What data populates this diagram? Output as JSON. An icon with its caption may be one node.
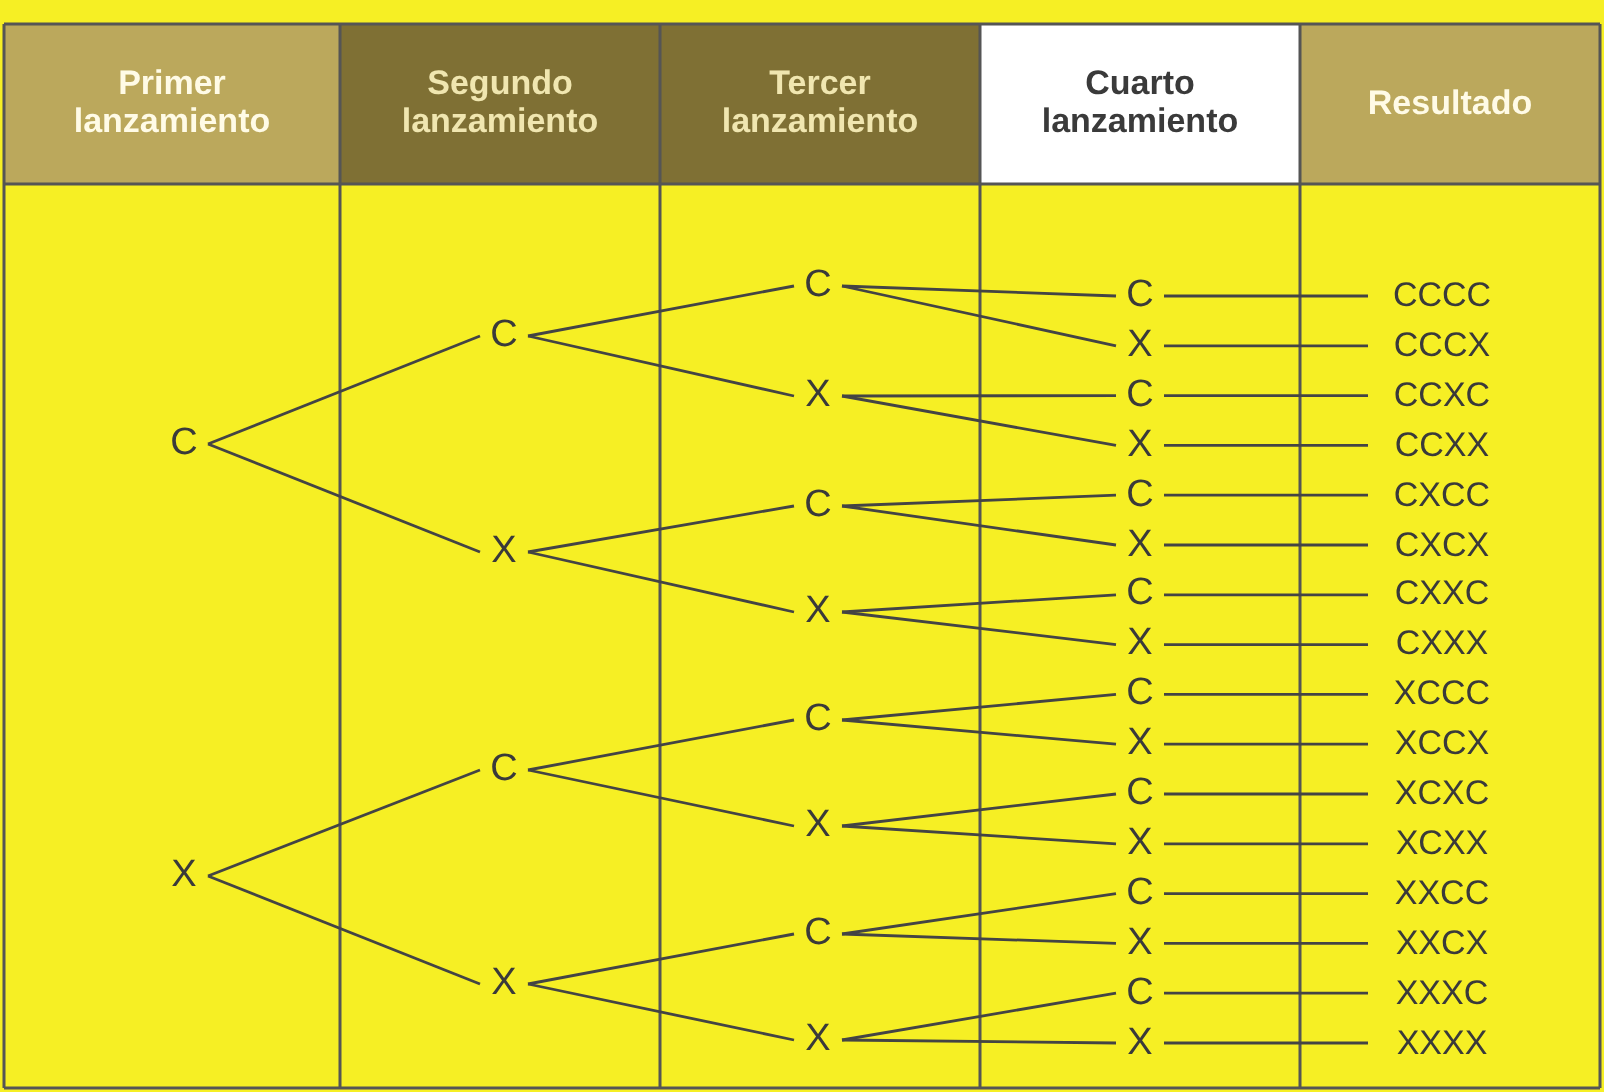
{
  "diagram": {
    "nodes": [
      {
        "text": [
          "C"
        ]
      },
      {
        "text": [
          "X"
        ]
      },
      {
        "text": [
          "C"
        ]
      },
      {
        "text": [
          "X"
        ]
      },
      {
        "text": [
          "C"
        ]
      },
      {
        "text": [
          "X"
        ]
      },
      {
        "text": [
          "C"
        ]
      },
      {
        "text": [
          "X"
        ]
      },
      {
        "text": [
          "C"
        ]
      },
      {
        "text": [
          "X"
        ]
      },
      {
        "text": [
          "C"
        ]
      },
      {
        "text": [
          "X"
        ]
      },
      {
        "text": [
          "C"
        ]
      },
      {
        "text": [
          "X"
        ]
      },
      {
        "text": [
          "C"
        ]
      },
      {
        "text": [
          "X"
        ]
      },
      {
        "text": [
          "C"
        ]
      },
      {
        "text": [
          "X"
        ]
      },
      {
        "text": [
          "C"
        ]
      },
      {
        "text": [
          "X"
        ]
      },
      {
        "text": [
          "C"
        ]
      },
      {
        "text": [
          "X"
        ]
      },
      {
        "text": [
          "C"
        ]
      },
      {
        "text": [
          "X"
        ]
      },
      {
        "text": [
          "C"
        ]
      },
      {
        "text": [
          "X"
        ]
      },
      {
        "text": [
          "C"
        ]
      },
      {
        "text": [
          "X"
        ]
      },
      {
        "text": [
          "C"
        ]
      },
      {
        "text": [
          "X"
        ]
      },
      {
        "text": [
          "CCCC"
        ]
      },
      {
        "text": [
          "CCCX"
        ]
      },
      {
        "text": [
          "CCXC"
        ]
      },
      {
        "text": [
          "CCXX"
        ]
      },
      {
        "text": [
          "CXCC"
        ]
      },
      {
        "text": [
          "CXCX"
        ]
      },
      {
        "text": [
          "CXXC"
        ]
      },
      {
        "text": [
          "CXXX"
        ]
      },
      {
        "text": [
          "XCCC"
        ]
      },
      {
        "text": [
          "XCCX"
        ]
      },
      {
        "text": [
          "XCXC"
        ]
      },
      {
        "text": [
          "XCXX"
        ]
      },
      {
        "text": [
          "XXCC"
        ]
      },
      {
        "text": [
          "XXCX"
        ]
      },
      {
        "text": [
          "XXXC"
        ]
      },
      {
        "text": [
          "XXXX"
        ]
      }
    ],
    "edges": [
      {
        "from": 0,
        "to": 2,
        "arrow": "none"
      },
      {
        "from": 0,
        "to": 3,
        "arrow": "none"
      },
      {
        "from": 1,
        "to": 4,
        "arrow": "none"
      },
      {
        "from": 1,
        "to": 5,
        "arrow": "none"
      },
      {
        "from": 2,
        "to": 6,
        "arrow": "none"
      },
      {
        "from": 2,
        "to": 7,
        "arrow": "none"
      },
      {
        "from": 3,
        "to": 8,
        "arrow": "none"
      },
      {
        "from": 3,
        "to": 9,
        "arrow": "none"
      },
      {
        "from": 4,
        "to": 10,
        "arrow": "none"
      },
      {
        "from": 4,
        "to": 11,
        "arrow": "none"
      },
      {
        "from": 5,
        "to": 12,
        "arrow": "none"
      },
      {
        "from": 5,
        "to": 13,
        "arrow": "none"
      },
      {
        "from": 6,
        "to": 14,
        "arrow": "none"
      },
      {
        "from": 6,
        "to": 15,
        "arrow": "none"
      },
      {
        "from": 7,
        "to": 16,
        "arrow": "none"
      },
      {
        "from": 7,
        "to": 17,
        "arrow": "none"
      },
      {
        "from": 8,
        "to": 18,
        "arrow": "none"
      },
      {
        "from": 8,
        "to": 19,
        "arrow": "none"
      },
      {
        "from": 9,
        "to": 20,
        "arrow": "none"
      },
      {
        "from": 9,
        "to": 21,
        "arrow": "none"
      },
      {
        "from": 10,
        "to": 22,
        "arrow": "none"
      },
      {
        "from": 10,
        "to": 23,
        "arrow": "none"
      },
      {
        "from": 11,
        "to": 24,
        "arrow": "none"
      },
      {
        "from": 11,
        "to": 25,
        "arrow": "none"
      },
      {
        "from": 12,
        "to": 26,
        "arrow": "none"
      },
      {
        "from": 12,
        "to": 27,
        "arrow": "none"
      },
      {
        "from": 13,
        "to": 28,
        "arrow": "none"
      },
      {
        "from": 13,
        "to": 29,
        "arrow": "none"
      },
      {
        "from": 14,
        "to": 30,
        "arrow": "none"
      },
      {
        "from": 15,
        "to": 31,
        "arrow": "none"
      },
      {
        "from": 16,
        "to": 32,
        "arrow": "none"
      },
      {
        "from": 17,
        "to": 33,
        "arrow": "none"
      },
      {
        "from": 18,
        "to": 34,
        "arrow": "none"
      },
      {
        "from": 19,
        "to": 35,
        "arrow": "none"
      },
      {
        "from": 20,
        "to": 36,
        "arrow": "none"
      },
      {
        "from": 21,
        "to": 37,
        "arrow": "none"
      },
      {
        "from": 22,
        "to": 38,
        "arrow": "none"
      },
      {
        "from": 23,
        "to": 39,
        "arrow": "none"
      },
      {
        "from": 24,
        "to": 40,
        "arrow": "none"
      },
      {
        "from": 25,
        "to": 41,
        "arrow": "none"
      },
      {
        "from": 26,
        "to": 42,
        "arrow": "none"
      },
      {
        "from": 27,
        "to": 43,
        "arrow": "none"
      },
      {
        "from": 28,
        "to": 44,
        "arrow": "none"
      },
      {
        "from": 29,
        "to": 45,
        "arrow": "none"
      }
    ],
    "labels": [
      "Primer lanzamiento",
      "Segundo lanzamiento",
      "Tercer lanzamiento",
      "Cuarto lanzamiento",
      "Resultado"
    ]
  }
}
